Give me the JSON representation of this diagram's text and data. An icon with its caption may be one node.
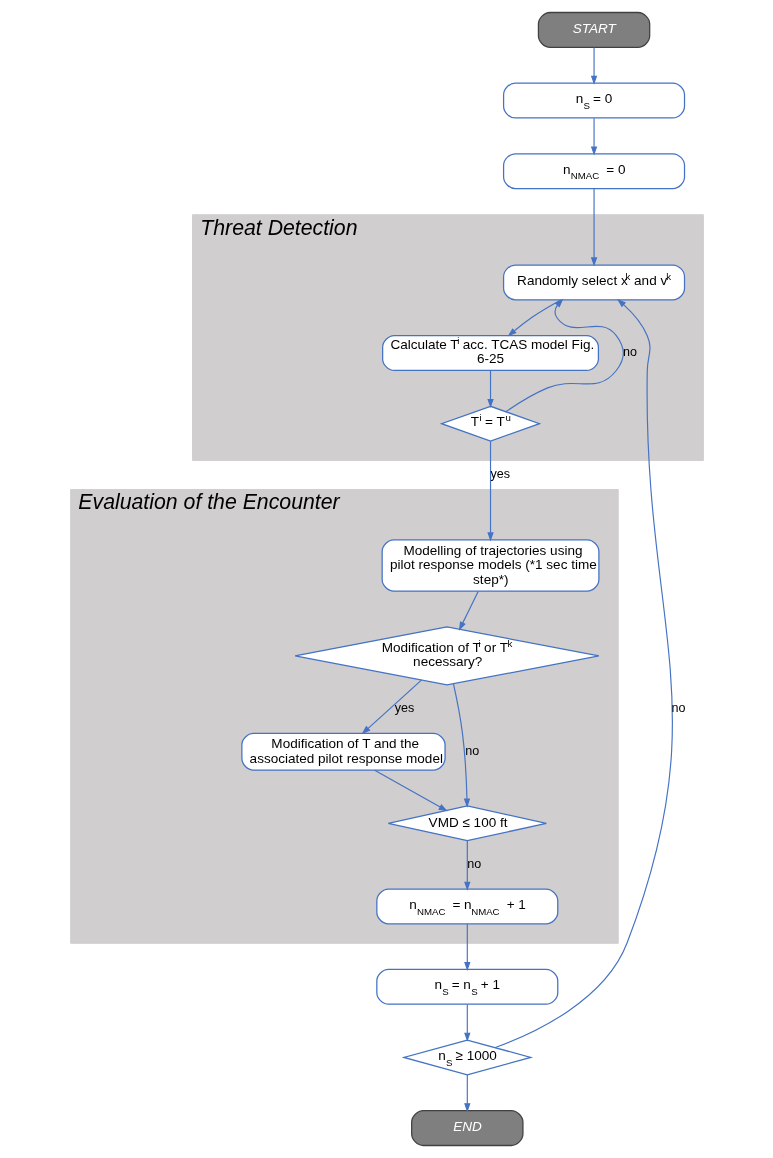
{
  "diagram": {
    "nodes": [
      {
        "text": [
          "START"
        ]
      },
      {
        "text": [
          "n$_{S}$ = 0"
        ]
      },
      {
        "text": [
          "n$_{NMAC}$ = 0"
        ]
      },
      {
        "text": [
          "Threat Detection"
        ]
      },
      {
        "text": [
          "Randomly select x$^{k}$ and v$^{k}$"
        ],
        "in": 3
      },
      {
        "text": [
          "Calculate T$^{i}$ acc. TCAS model Fig. 6-25"
        ],
        "in": 3
      },
      {
        "text": [
          "T$^{i}$ = T$^{u}$"
        ],
        "in": 3
      },
      {
        "text": [
          "Evaluation of the Encounter"
        ]
      },
      {
        "text": [
          "Modelling of trajectories using pilot response models (*1 sec time step*)"
        ],
        "in": 7
      },
      {
        "text": [
          "Modification of T$^{i}$ or T$^{k}$ necessary?"
        ],
        "in": 7
      },
      {
        "text": [
          "Modification of T and the associated pilot response model"
        ],
        "in": 7
      },
      {
        "text": [
          "VMD ≤ 100 ft"
        ],
        "in": 7
      },
      {
        "text": [
          "n$_{NMAC}$ = n$_{NMAC}$ + 1"
        ],
        "in": 7
      },
      {
        "text": [
          "n$_{S}$ = n$_{S}$ + 1"
        ]
      },
      {
        "text": [
          "n$_{S}$ ≥ 1000"
        ]
      },
      {
        "text": [
          "END"
        ]
      }
    ],
    "edges": [
      {
        "from": 0,
        "to": 1,
        "arrow": "to"
      },
      {
        "from": 1,
        "to": 2,
        "arrow": "to"
      },
      {
        "from": 2,
        "to": 4,
        "arrow": "to"
      },
      {
        "from": 4,
        "to": 5,
        "arrow": "to"
      },
      {
        "from": 5,
        "to": 6,
        "arrow": "to"
      },
      {
        "from": 6,
        "to": 4,
        "arrow": "to",
        "label": "no"
      },
      {
        "from": 6,
        "to": 8,
        "arrow": "to",
        "label": "yes"
      },
      {
        "from": 8,
        "to": 9,
        "arrow": "to"
      },
      {
        "from": 9,
        "to": 10,
        "arrow": "to",
        "label": "yes"
      },
      {
        "from": 9,
        "to": 11,
        "arrow": "to",
        "label": "no"
      },
      {
        "from": 10,
        "to": 11,
        "arrow": "to"
      },
      {
        "from": 11,
        "to": 12,
        "arrow": "to",
        "label": "no"
      },
      {
        "from": 12,
        "to": 13,
        "arrow": "to"
      },
      {
        "from": 13,
        "to": 14,
        "arrow": "to"
      },
      {
        "from": 14,
        "to": 4,
        "arrow": "to",
        "label": "no"
      },
      {
        "from": 14,
        "to": 15,
        "arrow": "to"
      }
    ]
  }
}
